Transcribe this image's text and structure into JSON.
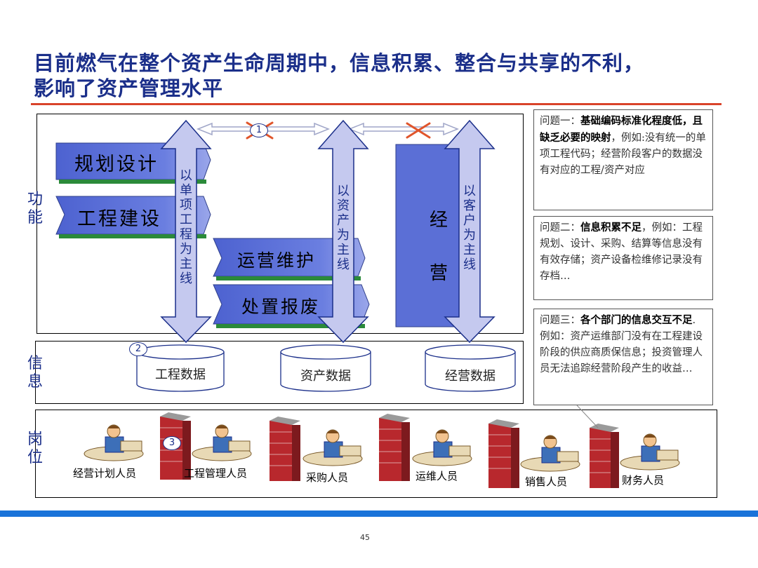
{
  "title": "目前燃气在整个资产生命周期中，信息积累、整合与共享的不利，影响了资产管理水平",
  "sections": {
    "function": "功能",
    "info": "信息",
    "post": "岗位"
  },
  "functions": {
    "plan": "规划设计",
    "build": "工程建设",
    "operate": "运营维护",
    "dispose": "处置报废",
    "business": "经营"
  },
  "arrows": {
    "project": "以单项工程为主线",
    "asset": "以资产为主线",
    "customer": "以客户为主线"
  },
  "markers": {
    "one": "1",
    "two": "2",
    "three": "3"
  },
  "databases": {
    "engineering": "工程数据",
    "asset": "资产数据",
    "business": "经营数据"
  },
  "problems": [
    {
      "prefix": "问题一：",
      "bold": "基础编码标准化程度低，且缺乏必要的映射",
      "rest": "，例如:没有统一的单项工程代码；经营阶段客户的数据没有对应的工程/资产对应"
    },
    {
      "prefix": "问题二：",
      "bold": "信息积累不足",
      "rest": "，例如：工程规划、设计、采购、结算等信息没有有效存储；资产设备检维修记录没有存档…"
    },
    {
      "prefix": "问题三：",
      "bold": "各个部门的信息交互不足",
      "rest": ". 例如：资产运维部门没有在工程建设阶段的供应商质保信息；投资管理人员无法追踪经营阶段产生的收益…"
    }
  ],
  "staff": [
    "经营计划人员",
    "工程管理人员",
    "采购人员",
    "运维人员",
    "销售人员",
    "财务人员"
  ],
  "page_number": "45",
  "colors": {
    "title": "#1b2f8a",
    "func_fill": "#5b6fd6",
    "arrow_fill": "#c5c9ef",
    "red_rule": "#d9432a",
    "blue_rule": "#1a73d9",
    "wall": "#b8282d"
  }
}
